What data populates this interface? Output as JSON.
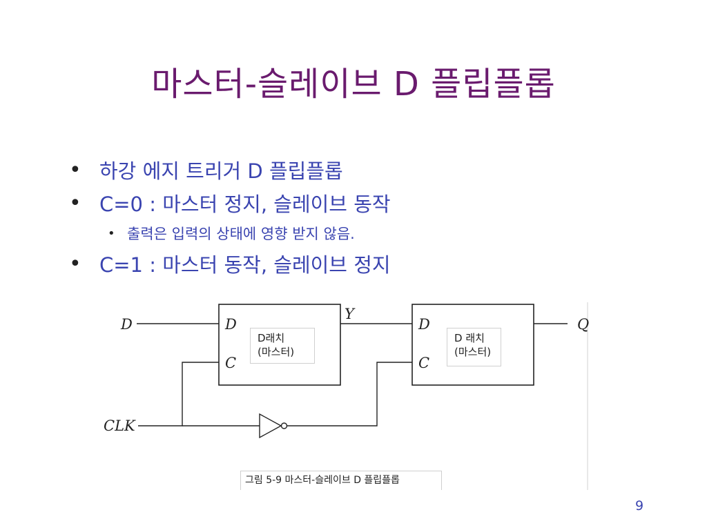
{
  "title": "마스터-슬레이브 D 플립플롭",
  "bullets": [
    "하강 에지 트리거 D 플립플롭",
    "C=0 : 마스터 정지, 슬레이브 동작",
    "출력은 입력의 상태에 영향 받지 않음.",
    "C=1 : 마스터 동작, 슬레이브 정지"
  ],
  "bullet_glyph": "•",
  "diagram": {
    "signals": {
      "d_in": "D",
      "clk": "CLK",
      "y": "Y",
      "q": "Q"
    },
    "latch1": {
      "pin_d": "D",
      "pin_c": "C",
      "label_line1": "D래치",
      "label_line2": "(마스터)"
    },
    "latch2": {
      "pin_d": "D",
      "pin_c": "C",
      "label_line1": "D 래치",
      "label_line2": "(마스터)"
    },
    "caption": "그림 5-9  마스터-슬레이브 D 플립플롭"
  },
  "page_number": "9",
  "colors": {
    "title": "#6a1b6e",
    "text": "#3a44b0"
  }
}
